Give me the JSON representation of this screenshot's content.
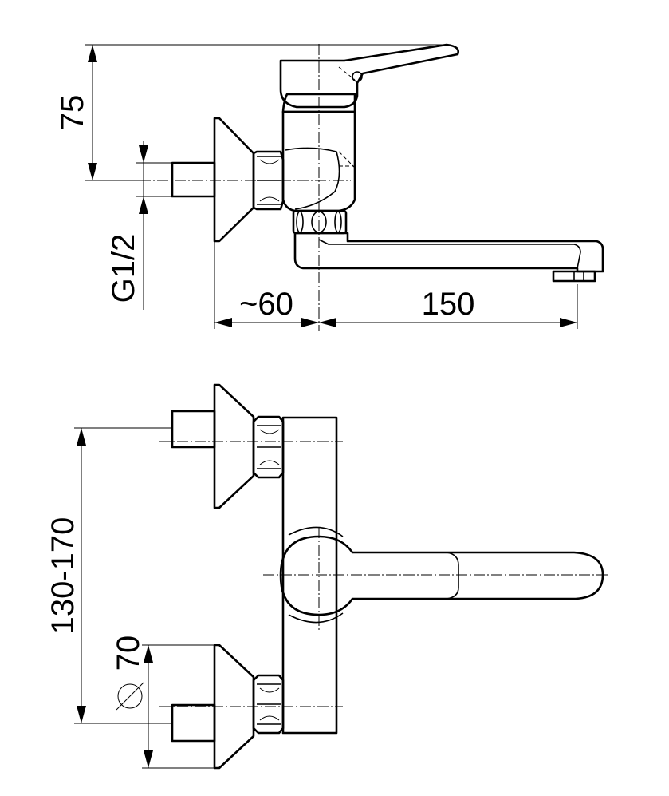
{
  "drawing": {
    "side_view": {
      "dim_handle_height": "75",
      "dim_thread": "G1/2",
      "dim_wall_offset": "~60",
      "dim_spout_length": "150"
    },
    "top_view": {
      "dim_center_distance": "130-170",
      "dim_diameter": "70"
    }
  }
}
